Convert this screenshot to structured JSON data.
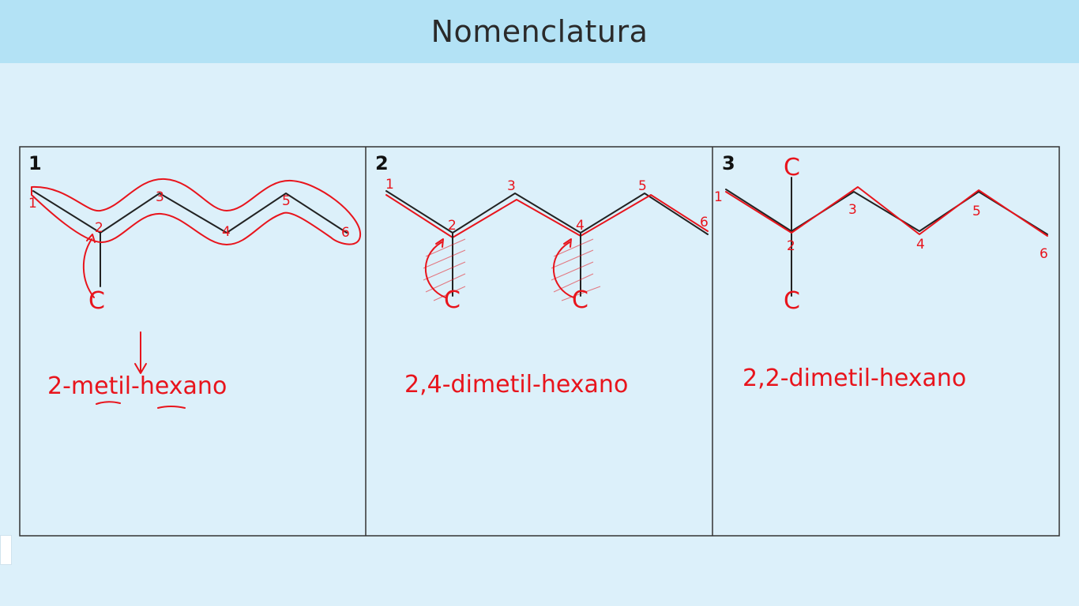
{
  "header": {
    "title": "Nomenclatura"
  },
  "panels": [
    {
      "number": "1",
      "carbons": [
        "1",
        "2",
        "3",
        "4",
        "5",
        "6"
      ],
      "substituents": [
        "C"
      ],
      "name": "2-metil-hexano"
    },
    {
      "number": "2",
      "carbons": [
        "1",
        "2",
        "3",
        "4",
        "5",
        "6"
      ],
      "substituents": [
        "C",
        "C"
      ],
      "name": "2,4-dimetil-hexano"
    },
    {
      "number": "3",
      "carbons": [
        "1",
        "2",
        "3",
        "4",
        "5",
        "6"
      ],
      "substituents": [
        "C",
        "C"
      ],
      "name": "2,2-dimetil-hexano"
    }
  ],
  "colors": {
    "header_bg": "#b3e2f5",
    "page_bg": "#dcf0fa",
    "ink_red": "#e8141c",
    "ink_black": "#222222"
  }
}
